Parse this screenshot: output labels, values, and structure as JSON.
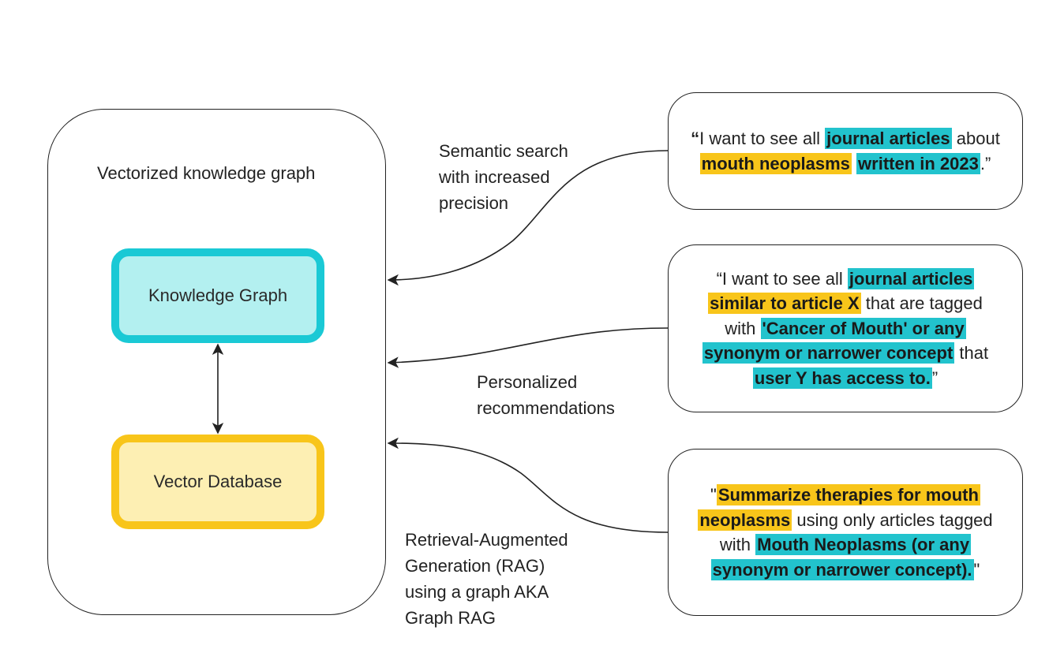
{
  "container": {
    "title": "Vectorized knowledge graph"
  },
  "nodes": {
    "knowledge_graph": "Knowledge Graph",
    "vector_database": "Vector Database"
  },
  "edges": [
    {
      "label_lines": [
        "Semantic search",
        "with increased",
        "precision"
      ]
    },
    {
      "label_lines": [
        "Personalized",
        "recommendations"
      ]
    },
    {
      "label_lines": [
        "Retrieval-Augmented",
        "Generation (RAG)",
        "using a graph AKA",
        "Graph RAG"
      ]
    }
  ],
  "queries": [
    {
      "lines": [
        [
          {
            "text": "“",
            "hl": "bold"
          },
          {
            "text": "I want to see all "
          },
          {
            "text": "journal articles",
            "hl": "teal"
          },
          {
            "text": " about"
          }
        ],
        [
          {
            "text": "mouth neoplasms",
            "hl": "yellow"
          },
          {
            "text": " "
          },
          {
            "text": "written in 2023",
            "hl": "teal"
          },
          {
            "text": ".”"
          }
        ]
      ]
    },
    {
      "lines": [
        [
          {
            "text": "“I want to see all "
          },
          {
            "text": "journal articles",
            "hl": "teal"
          }
        ],
        [
          {
            "text": "similar to article X",
            "hl": "yellow"
          },
          {
            "text": " that are tagged"
          }
        ],
        [
          {
            "text": "with "
          },
          {
            "text": "'Cancer of Mouth' or any",
            "hl": "teal"
          }
        ],
        [
          {
            "text": "synonym or narrower concept",
            "hl": "teal"
          },
          {
            "text": " that"
          }
        ],
        [
          {
            "text": "user Y has access to.",
            "hl": "teal"
          },
          {
            "text": "”"
          }
        ]
      ]
    },
    {
      "lines": [
        [
          {
            "text": "\""
          },
          {
            "text": "Summarize therapies for mouth ",
            "hl": "yellow"
          }
        ],
        [
          {
            "text": "neoplasms",
            "hl": "yellow"
          },
          {
            "text": " using only articles tagged"
          }
        ],
        [
          {
            "text": "with "
          },
          {
            "text": "Mouth Neoplasms (or any",
            "hl": "teal"
          }
        ],
        [
          {
            "text": "synonym or narrower concept).",
            "hl": "teal"
          },
          {
            "text": "\""
          }
        ]
      ]
    }
  ]
}
